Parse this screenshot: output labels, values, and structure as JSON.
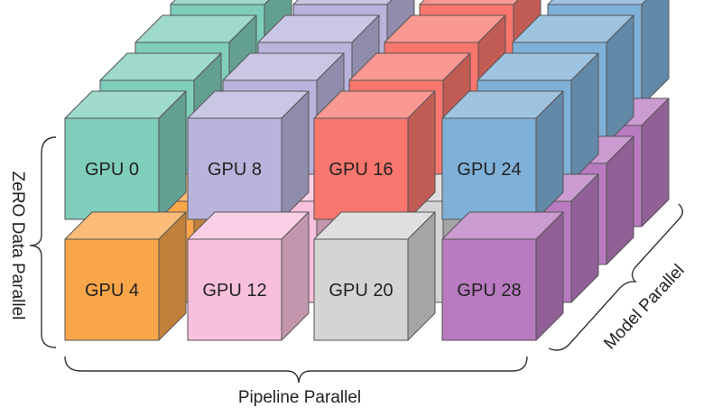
{
  "labels": {
    "pipeline": "Pipeline Parallel",
    "data": "ZeRO Data Parallel",
    "model": "Model Parallel"
  },
  "columns": [
    {
      "name": "pipeline-stage-0",
      "top_color": "#7fcdbb",
      "bottom_color": "#f9a64a"
    },
    {
      "name": "pipeline-stage-1",
      "top_color": "#b8b4dc",
      "bottom_color": "#f9c0dd"
    },
    {
      "name": "pipeline-stage-2",
      "top_color": "#f8766d",
      "bottom_color": "#d4d4d4"
    },
    {
      "name": "pipeline-stage-3",
      "top_color": "#7fb0d8",
      "bottom_color": "#b87bc0"
    }
  ],
  "front_gpus": [
    {
      "label": "GPU 0"
    },
    {
      "label": "GPU 8"
    },
    {
      "label": "GPU 16"
    },
    {
      "label": "GPU 24"
    },
    {
      "label": "GPU 4"
    },
    {
      "label": "GPU 12"
    },
    {
      "label": "GPU 20"
    },
    {
      "label": "GPU 28"
    }
  ]
}
